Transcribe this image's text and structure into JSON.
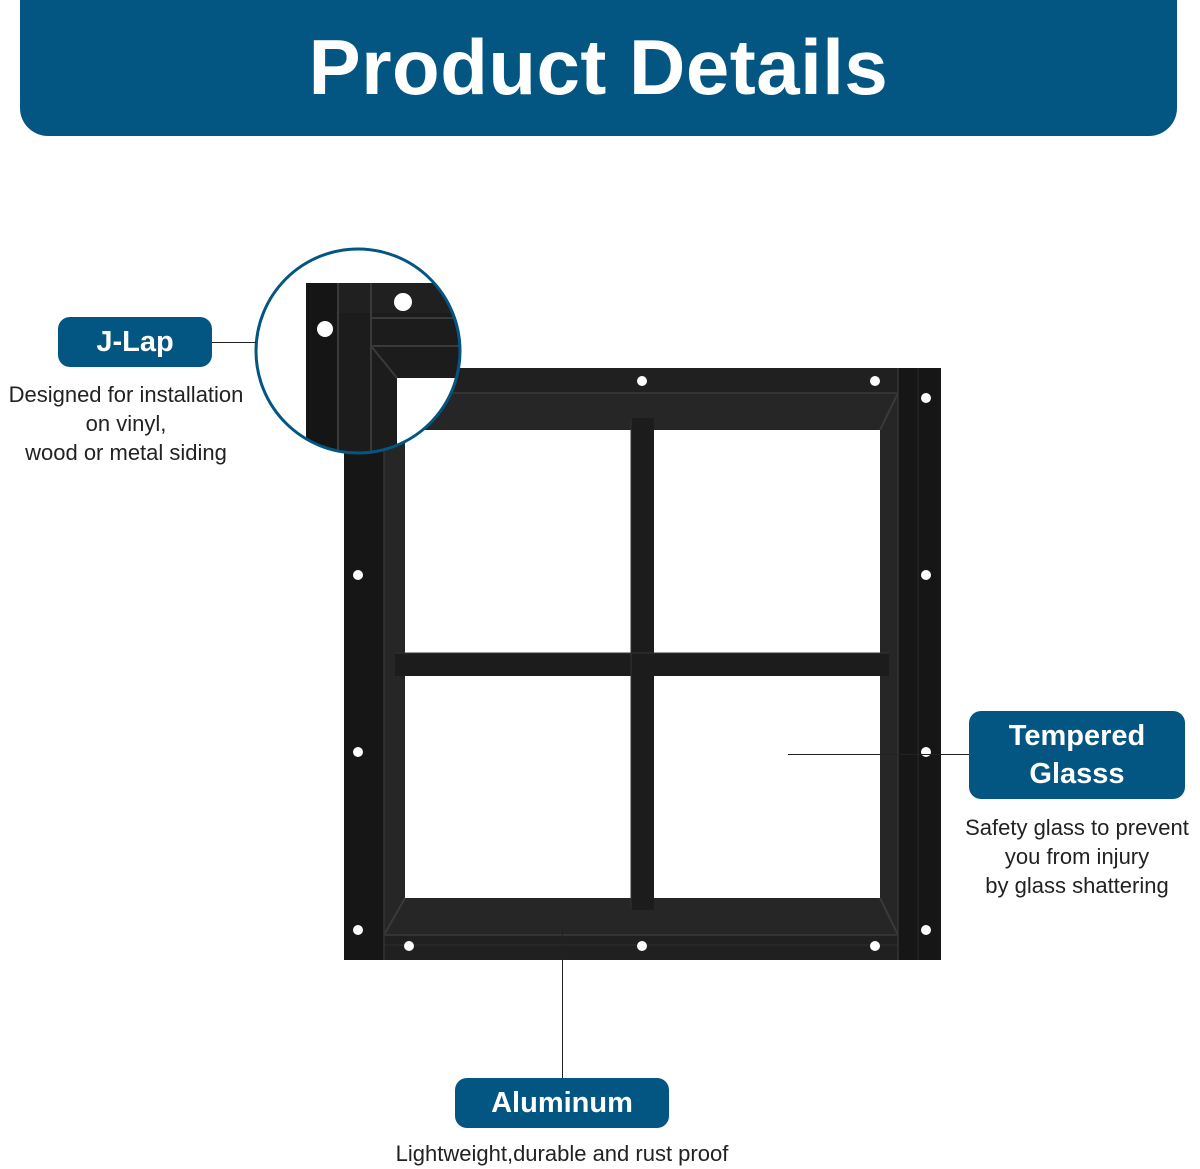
{
  "header": {
    "title": "Product Details"
  },
  "callouts": {
    "jlap": {
      "label": "J-Lap",
      "desc": [
        "Designed for installation",
        "on vinyl,",
        "wood or metal siding"
      ]
    },
    "glass": {
      "label": [
        "Tempered",
        "Glasss"
      ],
      "desc": [
        "Safety glass to prevent",
        "you from injury",
        "by glass shattering"
      ]
    },
    "aluminum": {
      "label": "Aluminum",
      "desc": [
        "Lightweight,durable and rust proof"
      ]
    }
  },
  "colors": {
    "brand": "#035682",
    "frame": "#1b1b1b",
    "text": "#222222"
  },
  "icons": [
    "window-frame-icon",
    "magnifier-detail-icon"
  ]
}
